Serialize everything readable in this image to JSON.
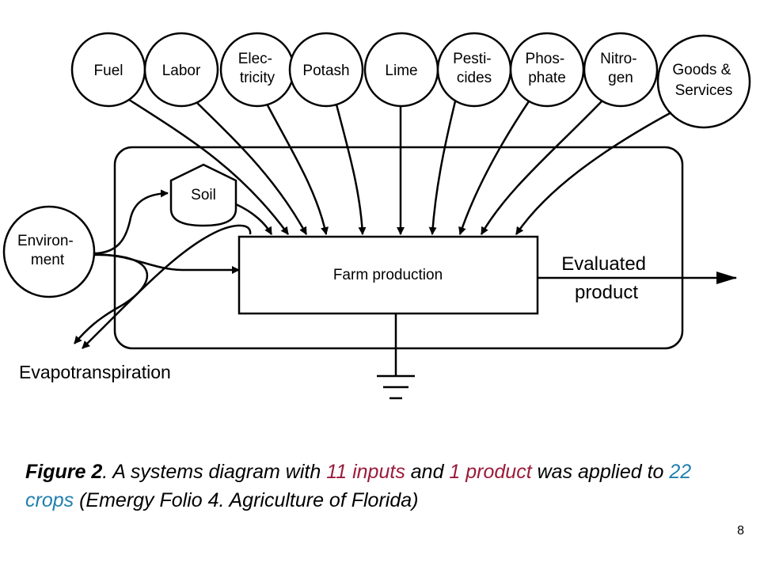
{
  "diagram": {
    "inputs": [
      {
        "id": "fuel",
        "lines": [
          "Fuel"
        ]
      },
      {
        "id": "labor",
        "lines": [
          "Labor"
        ]
      },
      {
        "id": "electricity",
        "lines": [
          "Elec-",
          "tricity"
        ]
      },
      {
        "id": "potash",
        "lines": [
          "Potash"
        ]
      },
      {
        "id": "lime",
        "lines": [
          "Lime"
        ]
      },
      {
        "id": "pesticides",
        "lines": [
          "Pesti-",
          "cides"
        ]
      },
      {
        "id": "phosphate",
        "lines": [
          "Phos-",
          "phate"
        ]
      },
      {
        "id": "nitrogen",
        "lines": [
          "Nitro-",
          "gen"
        ]
      },
      {
        "id": "goods-services",
        "lines": [
          "Goods &",
          "Services"
        ]
      }
    ],
    "environment": [
      "Environ-",
      "ment"
    ],
    "soil": "Soil",
    "process": "Farm production",
    "output": [
      "Evaluated",
      "product"
    ],
    "loss": "Evapotranspiration"
  },
  "caption": {
    "figure_label": "Figure 2",
    "text_1": ". A systems diagram with ",
    "inputs_count": "11 inputs",
    "text_2": " and ",
    "product_count": "1 product",
    "text_3": " was applied to ",
    "crops_count": "22 crops",
    "text_4": " (Emergy Folio 4. Agriculture of Florida)"
  },
  "page_number": "8",
  "colors": {
    "highlight_red": "#9b1b3a",
    "highlight_blue": "#1f7fb0"
  }
}
